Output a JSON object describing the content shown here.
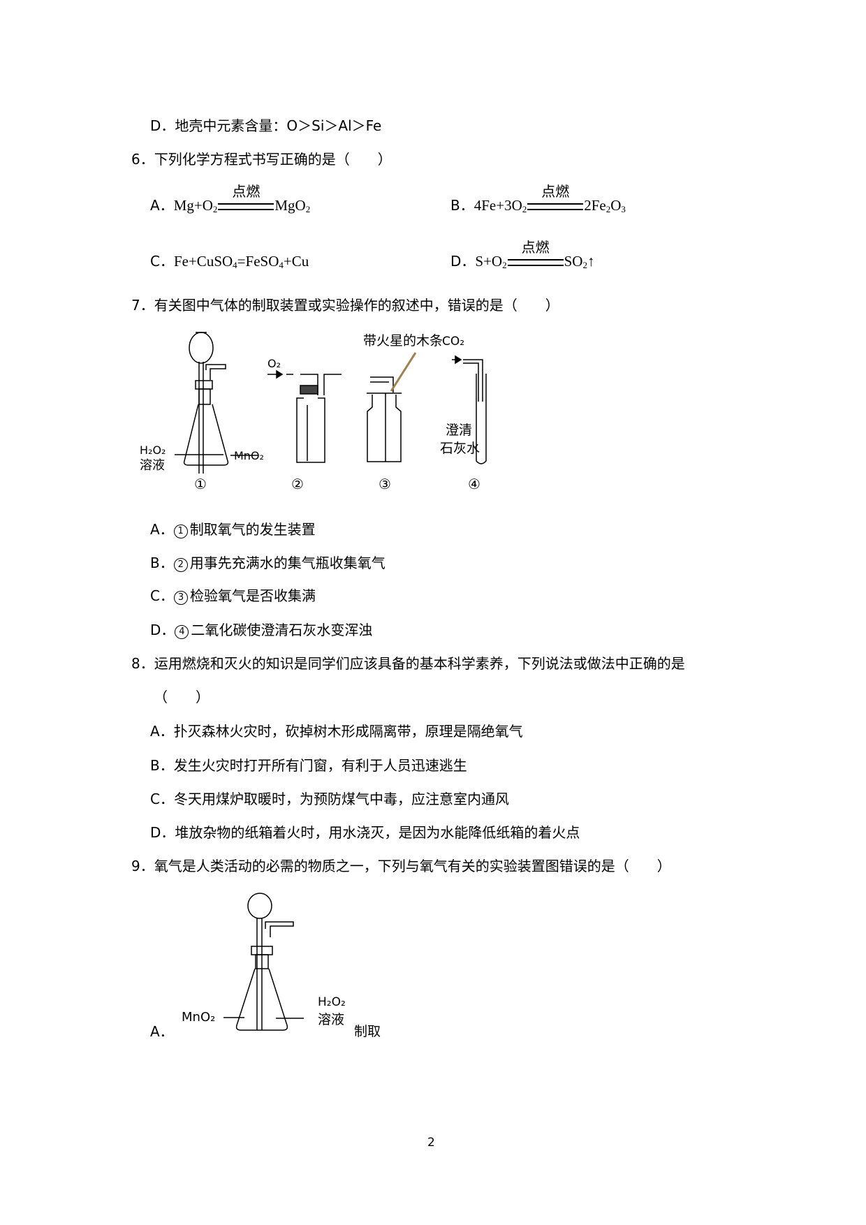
{
  "q5": {
    "optD": "D．地壳中元素含量：O＞Si＞Al＞Fe"
  },
  "q6": {
    "stem": "6．下列化学方程式书写正确的是（　　）",
    "cond": "点燃",
    "A": {
      "label": "A．",
      "lhs": "Mg+O",
      "rhs": "MgO"
    },
    "B": {
      "label": "B．",
      "lhs": "4Fe+3O",
      "rhs": "2Fe",
      "rhs2": "O"
    },
    "C": {
      "label": "C．",
      "eq1": "Fe+CuSO",
      "eq2": "=FeSO",
      "eq3": "+Cu"
    },
    "D": {
      "label": "D．",
      "lhs": "S+O",
      "rhs": "SO",
      "rhs2": "↑"
    }
  },
  "q7": {
    "stem": "7．有关图中气体的制取装置或实验操作的叙述中，错误的是（　　）",
    "fig": {
      "h2o2": "H₂O₂",
      "solution": "溶液",
      "mno2": "MnO₂",
      "o2": "O₂",
      "splint": "带火星的木条",
      "co2": "CO₂",
      "lime1": "澄清",
      "lime2": "石灰水",
      "n1": "①",
      "n2": "②",
      "n3": "③",
      "n4": "④"
    },
    "options": [
      {
        "label": "A．",
        "num": "1",
        "text": "制取氧气的发生装置"
      },
      {
        "label": "B．",
        "num": "2",
        "text": "用事先充满水的集气瓶收集氧气"
      },
      {
        "label": "C．",
        "num": "3",
        "text": "检验氧气是否收集满"
      },
      {
        "label": "D．",
        "num": "4",
        "text": "二氧化碳使澄清石灰水变浑浊"
      }
    ]
  },
  "q8": {
    "stem": "8．运用燃烧和灭火的知识是同学们应该具备的基本科学素养，下列说法或做法中正确的是",
    "paren": "（　　）",
    "options": [
      "A．扑灭森林火灾时，砍掉树木形成隔离带，原理是隔绝氧气",
      "B．发生火灾时打开所有门窗，有利于人员迅速逃生",
      "C．冬天用煤炉取暖时，为预防煤气中毒，应注意室内通风",
      "D．堆放杂物的纸箱着火时，用水浇灭，是因为水能降低纸箱的着火点"
    ]
  },
  "q9": {
    "stem": "9．氧气是人类活动的必需的物质之一，下列与氧气有关的实验装置图错误的是（　　）",
    "A": {
      "label": "A．",
      "mno2": "MnO₂",
      "h2o2": "H₂O₂",
      "solution": "溶液",
      "caption": "制取"
    }
  },
  "footer": {
    "page": "2"
  }
}
